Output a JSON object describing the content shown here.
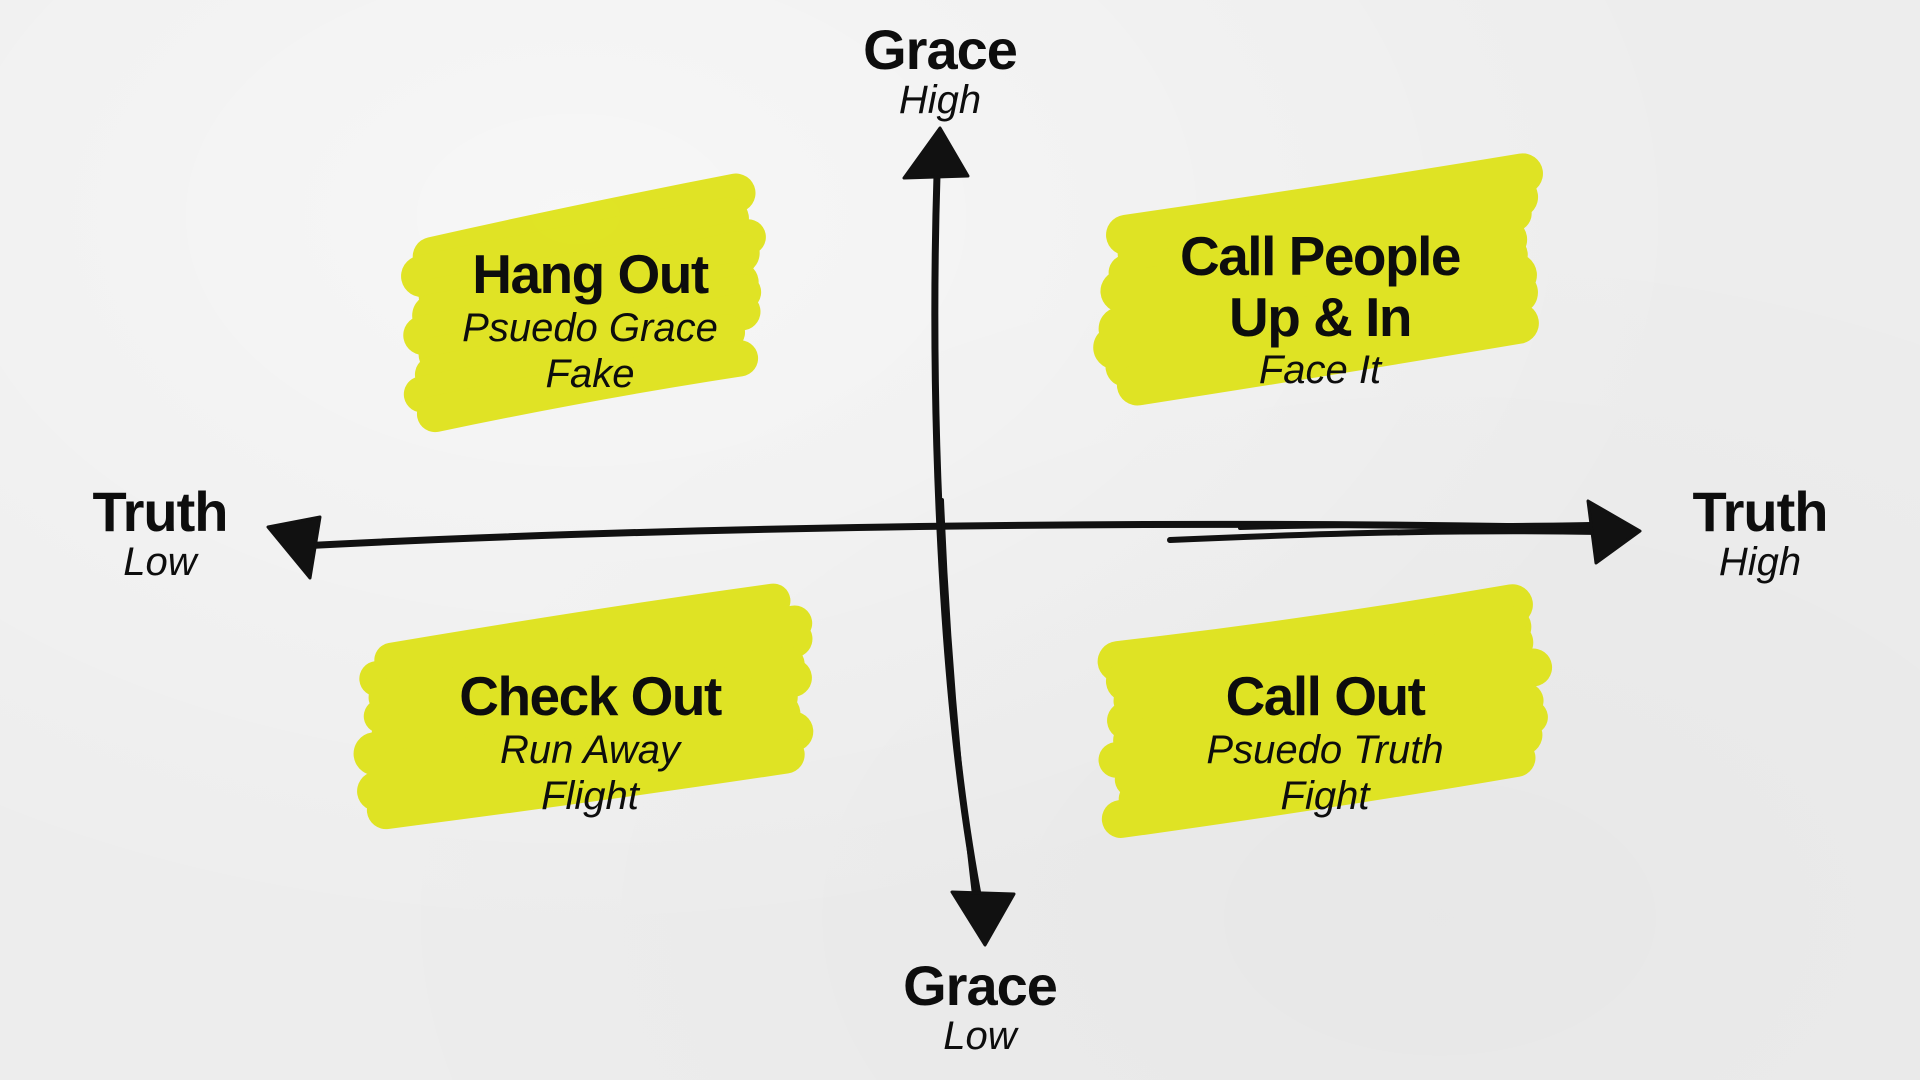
{
  "axes": {
    "top": {
      "title": "Grace",
      "sub": "High"
    },
    "bottom": {
      "title": "Grace",
      "sub": "Low"
    },
    "left": {
      "title": "Truth",
      "sub": "Low"
    },
    "right": {
      "title": "Truth",
      "sub": "High"
    }
  },
  "quadrants": {
    "top_left": {
      "title_lines": [
        "Hang Out"
      ],
      "sub_lines": [
        "Psuedo Grace",
        "Fake"
      ]
    },
    "top_right": {
      "title_lines": [
        "Call People",
        "Up & In"
      ],
      "sub_lines": [
        "Face It"
      ]
    },
    "bottom_left": {
      "title_lines": [
        "Check Out"
      ],
      "sub_lines": [
        "Run Away",
        "Flight"
      ]
    },
    "bottom_right": {
      "title_lines": [
        "Call Out"
      ],
      "sub_lines": [
        "Psuedo Truth",
        "Fight"
      ]
    }
  },
  "colors": {
    "highlight": "#dfe31a",
    "ink": "#111111",
    "paper": "#ededed"
  }
}
